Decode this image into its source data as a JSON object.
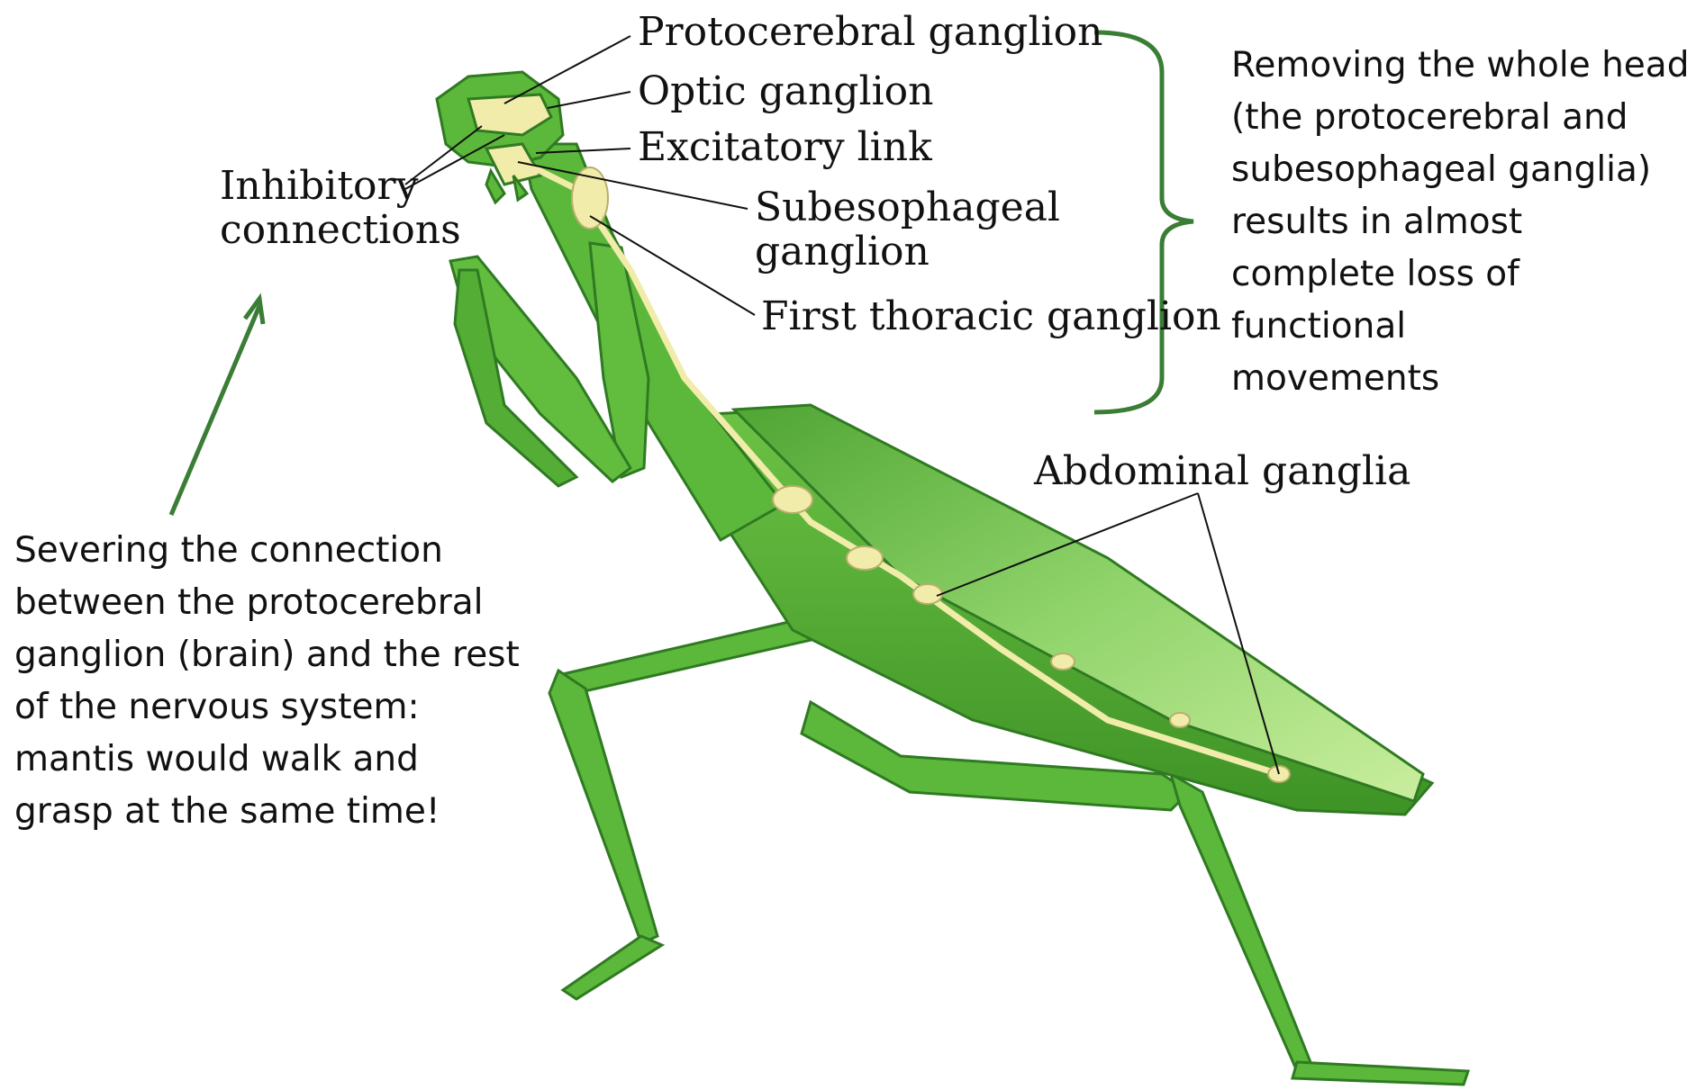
{
  "labels": {
    "protocerebral": "Protocerebral ganglion",
    "optic": "Optic ganglion",
    "excitatory": "Excitatory link",
    "subesophageal_1": "Subesophageal",
    "subesophageal_2": "ganglion",
    "first_thoracic": "First thoracic ganglion",
    "inhibitory_1": "Inhibitory",
    "inhibitory_2": "connections",
    "abdominal": "Abdominal ganglia"
  },
  "notes": {
    "head_removal": "Removing the whole head\n(the protocerebral and\nsubesophageal ganglia)\nresults in almost\ncomplete loss of\nfunctional\nmovements",
    "severing": "Severing the connection\nbetween the protocerebral\nganglion (brain) and the rest\nof the nervous system:\nmantis would walk and\ngrasp at the same time!"
  },
  "colors": {
    "annotation": "#3a7d35",
    "body": "#5cb83a",
    "body_dark": "#2f7a22",
    "nerve": "#f2ecaa"
  }
}
